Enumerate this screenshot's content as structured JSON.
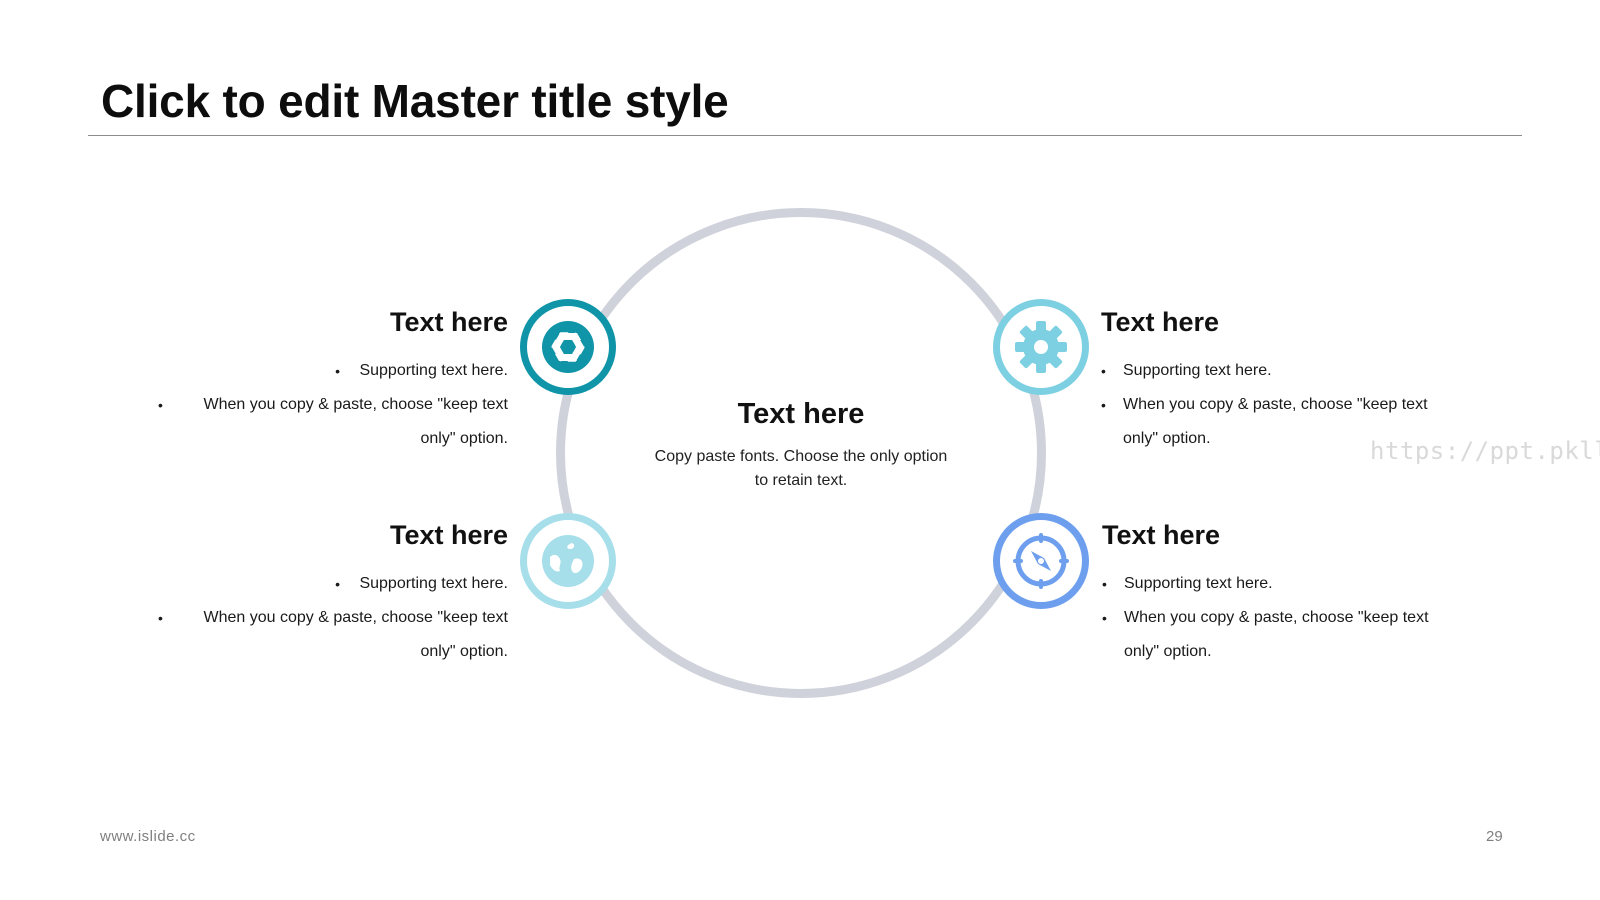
{
  "slide": {
    "title": "Click to edit Master title style",
    "footer_left": "www.islide.cc",
    "page_number": "29",
    "watermark": "https://ppt.pkll.de"
  },
  "center": {
    "heading": "Text here",
    "body_line1": "Copy paste fonts. Choose the only option",
    "body_line2": "to retain text."
  },
  "items": [
    {
      "position": "top-left",
      "icon": "aperture-icon",
      "color": "#0f94a8",
      "heading": "Text here",
      "bullet1": "Supporting text here.",
      "bullet2_line1": "When you copy & paste, choose \"keep text",
      "bullet2_line2": "only\" option."
    },
    {
      "position": "bottom-left",
      "icon": "globe-icon",
      "color": "#a6deea",
      "heading": "Text here",
      "bullet1": "Supporting text here.",
      "bullet2_line1": "When you copy & paste, choose \"keep text",
      "bullet2_line2": "only\" option."
    },
    {
      "position": "top-right",
      "icon": "gear-icon",
      "color": "#7dd0e1",
      "heading": "Text here",
      "bullet1": "Supporting text here.",
      "bullet2_line1": "When you copy & paste, choose \"keep text",
      "bullet2_line2": "only\" option."
    },
    {
      "position": "bottom-right",
      "icon": "compass-icon",
      "color": "#6e9fee",
      "heading": "Text here",
      "bullet1": "Supporting text here.",
      "bullet2_line1": "When you copy & paste, choose \"keep text",
      "bullet2_line2": "only\" option."
    }
  ]
}
